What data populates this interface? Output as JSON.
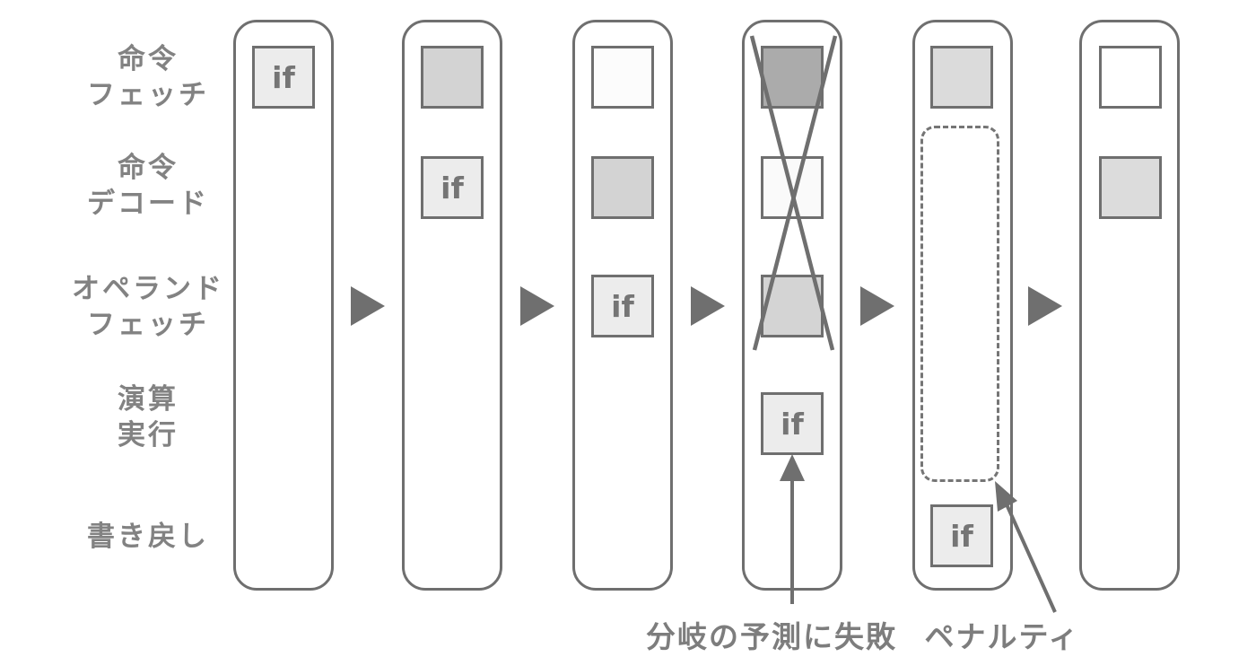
{
  "diagram": {
    "stage_labels": [
      {
        "line1": "命令",
        "line2": "フェッチ"
      },
      {
        "line1": "命令",
        "line2": "デコード"
      },
      {
        "line1": "オペランド",
        "line2": "フェッチ"
      },
      {
        "line1": "演算",
        "line2": "実行"
      },
      {
        "line1": "書き戻し",
        "line2": ""
      }
    ],
    "annotations": {
      "branch_fail": "分岐の予測に失敗",
      "penalty": "ペナルティ"
    },
    "colors": {
      "outline": "#6f6f6f",
      "stage_label_text": "#828282",
      "annotation_text": "#7d7d7d",
      "if_cell_fill": "#ececec",
      "if_cell_text": "#757575",
      "penalty_bubble_outline": "#757575"
    },
    "columns": [
      {
        "boxes": [
          {
            "stage": 1,
            "fill": "#ececec",
            "label": "if"
          }
        ]
      },
      {
        "boxes": [
          {
            "stage": 1,
            "fill": "#d3d3d3",
            "label": ""
          },
          {
            "stage": 2,
            "fill": "#ececec",
            "label": "if"
          }
        ]
      },
      {
        "boxes": [
          {
            "stage": 1,
            "fill": "#fcfcfc",
            "label": ""
          },
          {
            "stage": 2,
            "fill": "#d3d3d3",
            "label": ""
          },
          {
            "stage": 3,
            "fill": "#ececec",
            "label": "if"
          }
        ]
      },
      {
        "crossed_out": true,
        "boxes": [
          {
            "stage": 1,
            "fill": "#ababab",
            "label": ""
          },
          {
            "stage": 2,
            "fill": "#fafafa",
            "label": ""
          },
          {
            "stage": 3,
            "fill": "#d4d4d4",
            "label": ""
          },
          {
            "stage": 4,
            "fill": "#ececec",
            "label": "if"
          }
        ]
      },
      {
        "penalty_bubble": true,
        "boxes": [
          {
            "stage": 1,
            "fill": "#dbdbdb",
            "label": ""
          },
          {
            "stage": 5,
            "fill": "#ececec",
            "label": "if"
          }
        ]
      },
      {
        "boxes": [
          {
            "stage": 1,
            "fill": "#ffffff",
            "label": ""
          },
          {
            "stage": 2,
            "fill": "#dcdcdc",
            "label": ""
          }
        ]
      }
    ]
  }
}
